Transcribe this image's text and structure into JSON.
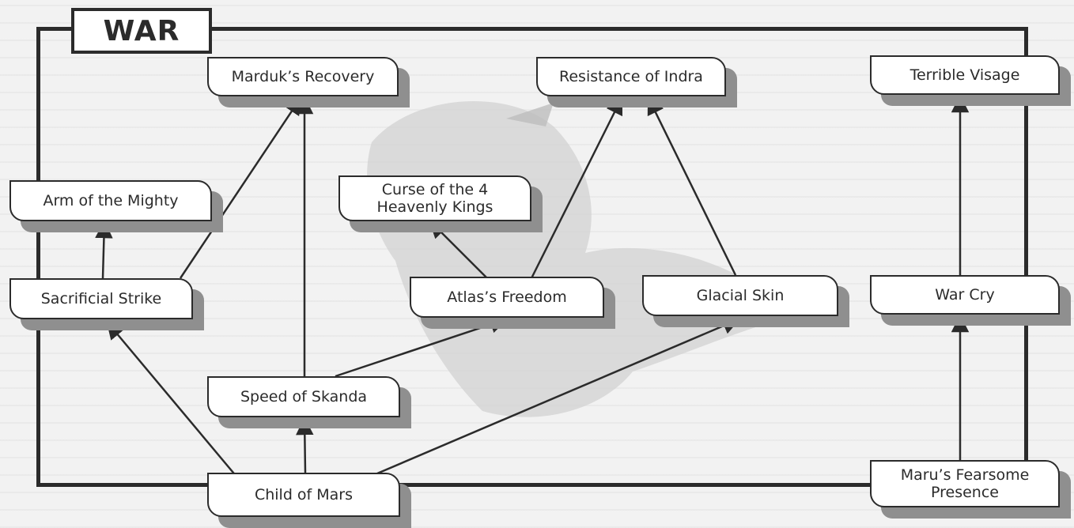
{
  "title": "WAR",
  "nodes": {
    "marduk": "Marduk’s Recovery",
    "indra": "Resistance of Indra",
    "visage": "Terrible Visage",
    "arm": "Arm of the Mighty",
    "curse": "Curse of the 4\nHeavenly Kings",
    "sacrificial": "Sacrificial Strike",
    "atlas": "Atlas’s Freedom",
    "glacial": "Glacial Skin",
    "warcry": "War Cry",
    "skanda": "Speed of Skanda",
    "mars": "Child of Mars",
    "maru": "Maru’s Fearsome\nPresence"
  },
  "edges": [
    {
      "from": "mars",
      "to": "sacrificial"
    },
    {
      "from": "mars",
      "to": "skanda"
    },
    {
      "from": "mars",
      "to": "glacial"
    },
    {
      "from": "sacrificial",
      "to": "arm"
    },
    {
      "from": "sacrificial",
      "to": "marduk"
    },
    {
      "from": "skanda",
      "to": "marduk"
    },
    {
      "from": "skanda",
      "to": "atlas"
    },
    {
      "from": "atlas",
      "to": "curse"
    },
    {
      "from": "atlas",
      "to": "indra"
    },
    {
      "from": "glacial",
      "to": "indra"
    },
    {
      "from": "maru",
      "to": "warcry"
    },
    {
      "from": "warcry",
      "to": "visage"
    }
  ],
  "colors": {
    "ink": "#2b2b2b",
    "shadow": "#8f8f8f",
    "background": "#f2f2f2"
  }
}
